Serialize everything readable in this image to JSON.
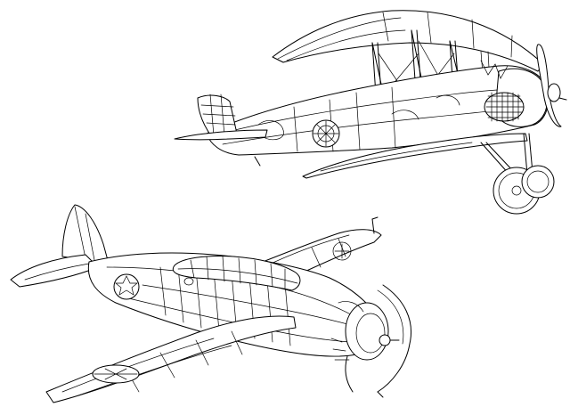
{
  "illustration": {
    "style": "black line-art drawing on white background",
    "subjects": [
      "biplane",
      "monoplane"
    ],
    "colors": {
      "background": "#ffffff",
      "ink": "#000000"
    }
  }
}
